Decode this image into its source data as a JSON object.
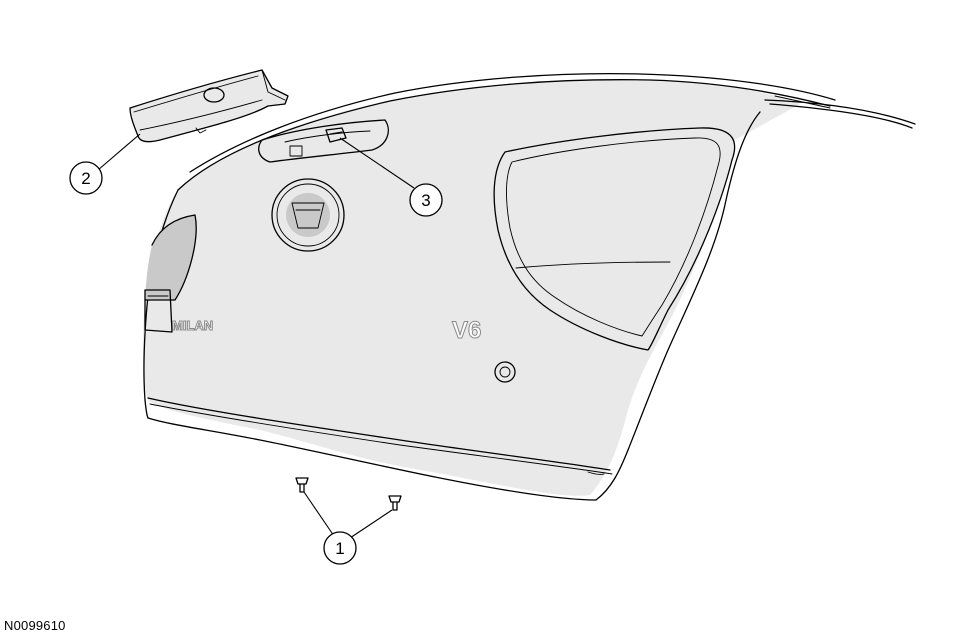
{
  "figure_id": "N0099610",
  "callouts": [
    {
      "label": "1",
      "part": "push-pin-retainers"
    },
    {
      "label": "2",
      "part": "handle-trim-panel"
    },
    {
      "label": "3",
      "part": "release-switch"
    }
  ],
  "badges": {
    "nameplate": "MILAN",
    "engine": "V6"
  },
  "colors": {
    "line": "#000000",
    "shade": "#e9e9e9",
    "background": "#ffffff"
  }
}
